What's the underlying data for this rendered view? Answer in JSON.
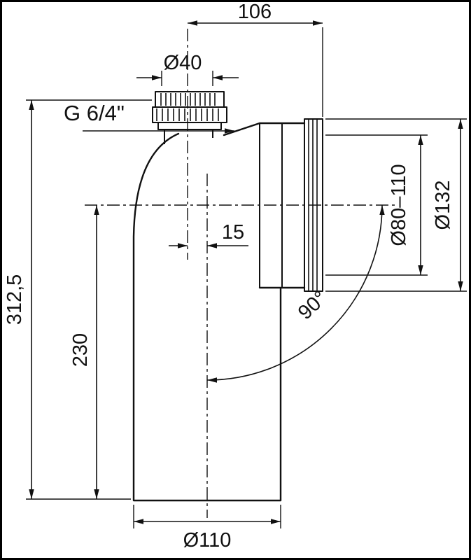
{
  "drawing": {
    "colors": {
      "line": "#111111",
      "background": "#ffffff",
      "frame": "#000000"
    },
    "dims": {
      "top_offset": "106",
      "inlet_d": "Ø40",
      "thread": "G 6/4\"",
      "total_h": "312,5",
      "body_h": "230",
      "axis_offset": "15",
      "angle": "90°",
      "outlet_range": "Ø80–110",
      "outlet_outer_d": "Ø132",
      "body_d": "Ø110"
    }
  }
}
